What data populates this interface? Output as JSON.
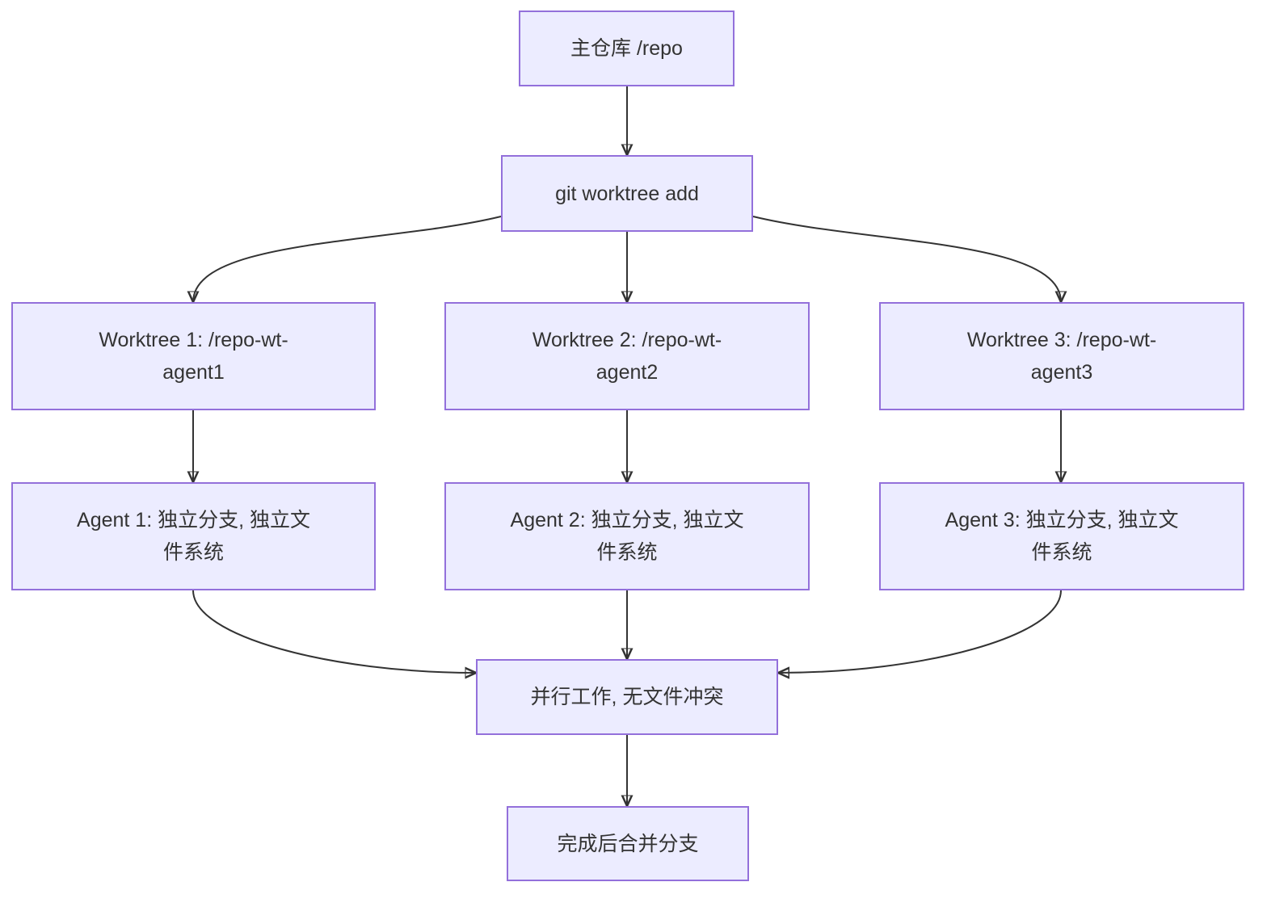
{
  "diagram": {
    "type": "flowchart",
    "direction": "top-down",
    "colors": {
      "node_fill": "#ECECFF",
      "node_border": "#9370DB",
      "edge_color": "#333333",
      "text_color": "#333333",
      "background": "#FFFFFF"
    },
    "nodes": {
      "main_repo": {
        "label": "主仓库 /repo"
      },
      "worktree_add": {
        "label": "git worktree add"
      },
      "worktree1": {
        "label": "Worktree 1: /repo-wt-agent1"
      },
      "worktree2": {
        "label": "Worktree 2: /repo-wt-agent2"
      },
      "worktree3": {
        "label": "Worktree 3: /repo-wt-agent3"
      },
      "agent1": {
        "label": "Agent 1: 独立分支, 独立文件系统"
      },
      "agent2": {
        "label": "Agent 2: 独立分支, 独立文件系统"
      },
      "agent3": {
        "label": "Agent 3: 独立分支, 独立文件系统"
      },
      "parallel_work": {
        "label": "并行工作, 无文件冲突"
      },
      "merge_branches": {
        "label": "完成后合并分支"
      }
    },
    "edges": [
      {
        "from": "main_repo",
        "to": "worktree_add"
      },
      {
        "from": "worktree_add",
        "to": "worktree1"
      },
      {
        "from": "worktree_add",
        "to": "worktree2"
      },
      {
        "from": "worktree_add",
        "to": "worktree3"
      },
      {
        "from": "worktree1",
        "to": "agent1"
      },
      {
        "from": "worktree2",
        "to": "agent2"
      },
      {
        "from": "worktree3",
        "to": "agent3"
      },
      {
        "from": "agent1",
        "to": "parallel_work"
      },
      {
        "from": "agent2",
        "to": "parallel_work"
      },
      {
        "from": "agent3",
        "to": "parallel_work"
      },
      {
        "from": "parallel_work",
        "to": "merge_branches"
      }
    ]
  }
}
